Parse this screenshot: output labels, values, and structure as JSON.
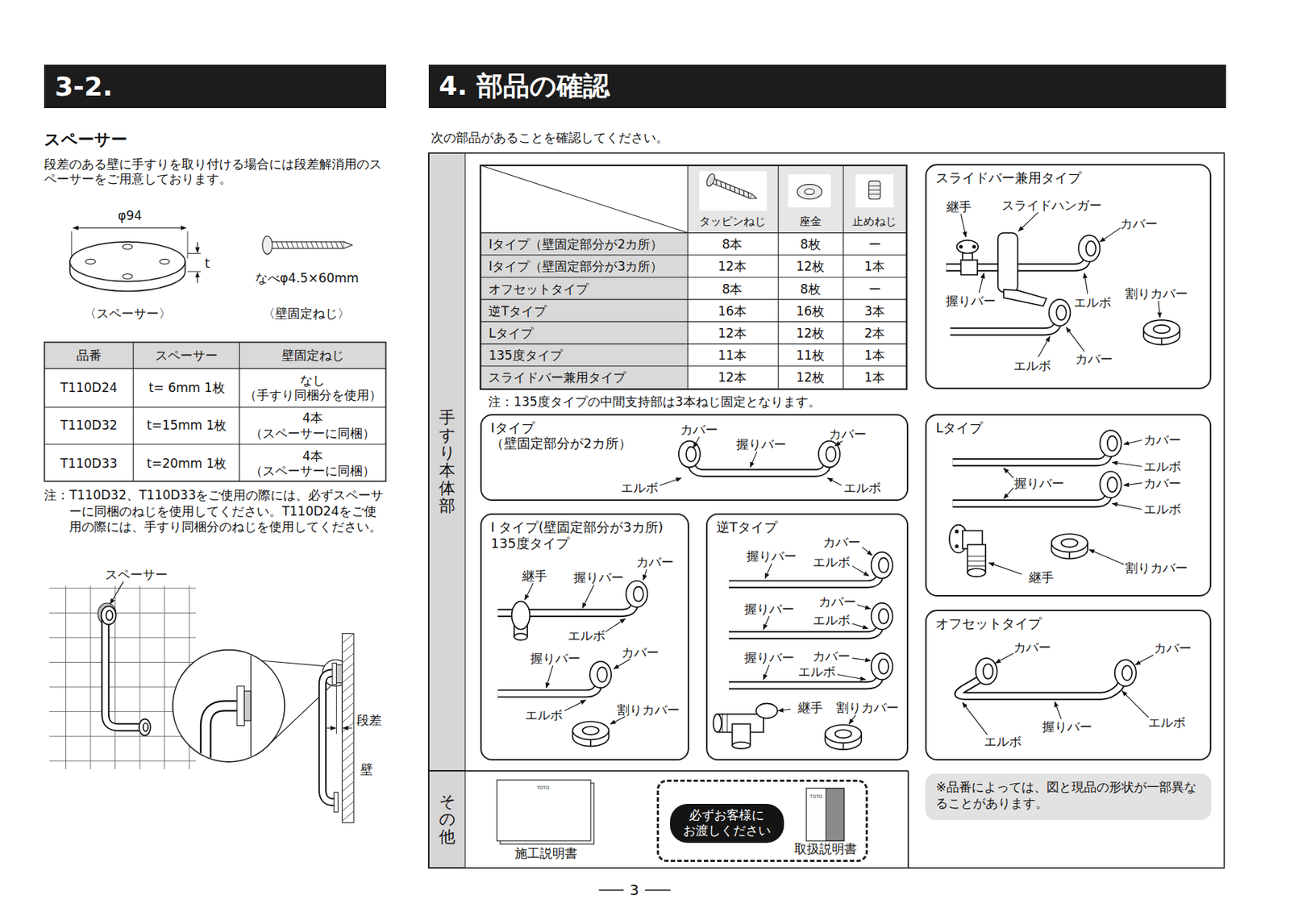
{
  "diagram": {
    "nodes": [
      {
        "text": [
          "3-2."
        ]
      },
      {
        "text": [
          "4. 部品の確認"
        ]
      },
      {
        "text": [
          "手すり本体部"
        ]
      },
      {
        "text": [
          "スライドバー兼用タイプ"
        ]
      },
      {
        "text": [
          "Iタイプ （壁固定部分が2カ所）"
        ]
      },
      {
        "text": [
          "Lタイプ"
        ]
      },
      {
        "text": [
          "I タイプ(壁固定部分が3カ所)",
          "135度タイプ"
        ]
      },
      {
        "text": [
          "逆Tタイプ"
        ]
      },
      {
        "text": [
          "オフセットタイプ"
        ]
      },
      {
        "text": [
          "その他"
        ]
      },
      {
        "text": [
          "取扱説明書"
        ]
      },
      {
        "text": [
          "必ずお客様に お渡しください"
        ],
        "in": 10
      },
      {
        "text": [
          "※品番によっては、図と現品の形状が一部異なることがあります。"
        ]
      }
    ],
    "labels": [
      "スペーサー",
      "段差のある壁に手すりを取り付ける場合には段差解消用のスペーサーをご用意しております。",
      "φ94",
      "t",
      "なべφ4.5×60mm",
      "〈スペーサー〉",
      "〈壁固定ねじ〉",
      "品番",
      "スペーサー",
      "壁固定ねじ",
      "T110D24",
      "t= 6mm 1枚",
      "なし （手すり同梱分を使用）",
      "T110D32",
      "t=15mm 1枚",
      "4本 （スペーサーに同梱）",
      "T110D33",
      "t=20mm 1枚",
      "4本 （スペーサーに同梱）",
      "注：T110D32、T110D33をご使用の際には、必ずスペーサーに同梱のねじを使用してください。T110D24をご使用の際には、手すり同梱分のねじを使用してください。",
      "スペーサー",
      "段差",
      "壁",
      "次の部品があることを確認してください。",
      "タッピンねじ",
      "座金",
      "止めねじ",
      "Iタイプ（壁固定部分が2カ所）",
      "8本",
      "8枚",
      "ー",
      "Iタイプ（壁固定部分が3カ所）",
      "12本",
      "12枚",
      "1本",
      "オフセットタイプ",
      "8本",
      "8枚",
      "ー",
      "逆Tタイプ",
      "16本",
      "16枚",
      "3本",
      "Lタイプ",
      "12本",
      "12枚",
      "2本",
      "135度タイプ",
      "11本",
      "11枚",
      "1本",
      "スライドバー兼用タイプ",
      "12本",
      "12枚",
      "1本",
      "注：135度タイプの中間支持部は3本ねじ固定となります。",
      "継手",
      "スライドハンガー",
      "カバー",
      "握りバー",
      "エルボ",
      "割りカバー",
      "エルボ",
      "カバー",
      "カバー",
      "握りバー",
      "カバー",
      "エルボ",
      "エルボ",
      "カバー",
      "エルボ",
      "握りバー",
      "カバー",
      "エルボ",
      "継手",
      "割りカバー",
      "継手",
      "握りバー",
      "カバー",
      "エルボ",
      "握りバー",
      "カバー",
      "エルボ",
      "割りカバー",
      "カバー",
      "握りバー",
      "エルボ",
      "カバー",
      "握りバー",
      "エルボ",
      "握りバー",
      "カバー",
      "エルボ",
      "継手",
      "割りカバー",
      "カバー",
      "カバー",
      "握りバー",
      "エルボ",
      "エルボ",
      "施工説明書",
      "TOTO",
      "TOTO",
      "3"
    ]
  }
}
